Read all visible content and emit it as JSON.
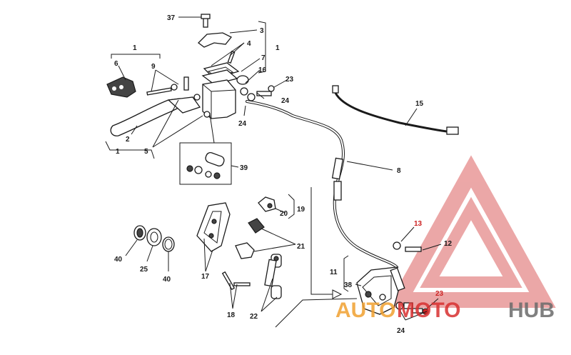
{
  "diagram": {
    "labels": {
      "l37": "37",
      "l3": "3",
      "l1_top": "1",
      "l4": "4",
      "l7": "7",
      "l16": "16",
      "l23_top": "23",
      "l24_top": "24",
      "l24_mid": "24",
      "l1_left": "1",
      "l6": "6",
      "l9": "9",
      "l2": "2",
      "l5": "5",
      "l1_bottom": "1",
      "l39": "39",
      "l15": "15",
      "l8": "8",
      "l19": "19",
      "l20": "20",
      "l21": "21",
      "l17": "17",
      "l40_left": "40",
      "l25": "25",
      "l40_right": "40",
      "l18": "18",
      "l22": "22",
      "l11": "11",
      "l38": "38",
      "l13": "13",
      "l12": "12",
      "l23_bottom": "23",
      "l24_bottom": "24"
    }
  },
  "watermark": {
    "text_orange": "AUTO",
    "text_red": "MOTO",
    "text_gray": "HUB",
    "colors": {
      "triangle": "#e8a0a0",
      "orange": "#f0a030",
      "red": "#d83030",
      "gray": "#6a6a6a"
    }
  }
}
